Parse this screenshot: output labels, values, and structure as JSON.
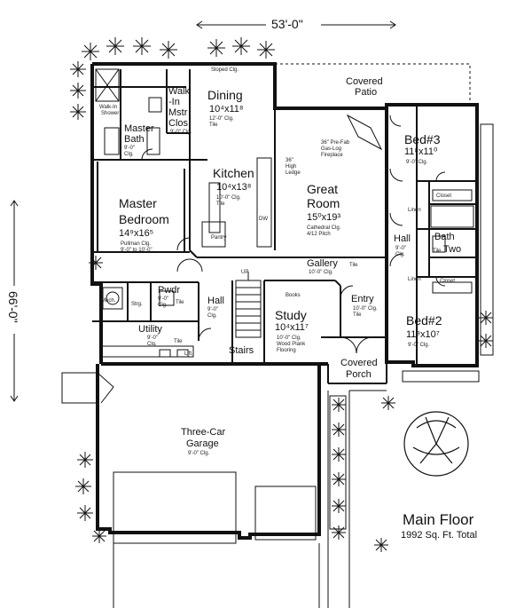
{
  "dimensions": {
    "width": "53'-0\"",
    "depth": "66'-0\""
  },
  "title": "Main Floor",
  "subtitle": "1992 Sq. Ft. Total",
  "rooms": {
    "dining": {
      "name": "Dining",
      "size": "10⁴x11⁸",
      "note1": "12'-0\" Clg.",
      "note2": "Tile"
    },
    "kitchen": {
      "name": "Kitchen",
      "size": "10⁴x13⁸",
      "note1": "10'-0\" Clg.",
      "note2": "Tile"
    },
    "great_room": {
      "name1": "Great",
      "name2": "Room",
      "size": "15⁰x19³",
      "note1": "Cathedral Clg.",
      "note2": "4/12 Pitch"
    },
    "master_bedroom": {
      "name1": "Master",
      "name2": "Bedroom",
      "size": "14⁹x16⁵",
      "note1": "Pullman Clg.",
      "note2": "9'-0\" to 10'-0\""
    },
    "master_bath": {
      "name1": "Master",
      "name2": "Bath",
      "note1": "9'-0\"",
      "note2": "Clg."
    },
    "walk_in_closet": {
      "name1": "Walk",
      "name2": "-In",
      "name3": "Mstr",
      "name4": "Clos.",
      "note": "9'-0\" Clg."
    },
    "walk_in_shower": {
      "name1": "Walk-In",
      "name2": "Shower"
    },
    "covered_patio": {
      "name1": "Covered",
      "name2": "Patio"
    },
    "bed3": {
      "name": "Bed#3",
      "size": "11⁸x11⁰",
      "note": "9'-0\" Clg."
    },
    "bed2": {
      "name": "Bed#2",
      "size": "11⁸x10⁷",
      "note": "9'-0\" Clg."
    },
    "bath_two": {
      "name1": "Bath",
      "name2": "Two",
      "note": "Tile"
    },
    "hall_right": {
      "name": "Hall",
      "note1": "9'-0\"",
      "note2": "Clg."
    },
    "hall_left": {
      "name": "Hall",
      "note1": "9'-0\"",
      "note2": "Clg."
    },
    "gallery": {
      "name": "Gallery",
      "note1": "10'-0\" Clg.",
      "note2": "Tile"
    },
    "study": {
      "name": "Study",
      "size": "10⁴x11⁷",
      "note1": "10'-0\" Clg.",
      "note2": "Wood Plank",
      "note3": "Flooring"
    },
    "entry": {
      "name": "Entry",
      "note1": "10'-0\" Clg.",
      "note2": "Tile"
    },
    "covered_porch": {
      "name1": "Covered",
      "name2": "Porch"
    },
    "pwdr": {
      "name": "Pwdr",
      "note1": "9'-0\"",
      "note2": "Clg.",
      "note3": "Tile"
    },
    "utility": {
      "name": "Utility",
      "note1": "9'-0\"",
      "note2": "Clg.",
      "note3": "Tile"
    },
    "stairs": {
      "name": "Stairs"
    },
    "garage": {
      "name1": "Three-Car",
      "name2": "Garage",
      "note": "9'-0\" Clg."
    }
  },
  "small_labels": {
    "sloped_clg": "Sloped Clg.",
    "fireplace1": "36\" Pre-Fab",
    "fireplace2": "Gas-Log",
    "fireplace3": "Fireplace",
    "ledge1": "36\"",
    "ledge2": "High",
    "ledge3": "Ledge",
    "pantry": "Pantry",
    "dw": "DW",
    "up": "UP",
    "books": "Books",
    "linen1": "Linen",
    "linen2": "Linen",
    "closet1": "Closet",
    "closet2": "Closet",
    "strg": "Strg.",
    "mech": "Mech.",
    "lift": "Lift.",
    "tile_kitchen": "Tile"
  }
}
